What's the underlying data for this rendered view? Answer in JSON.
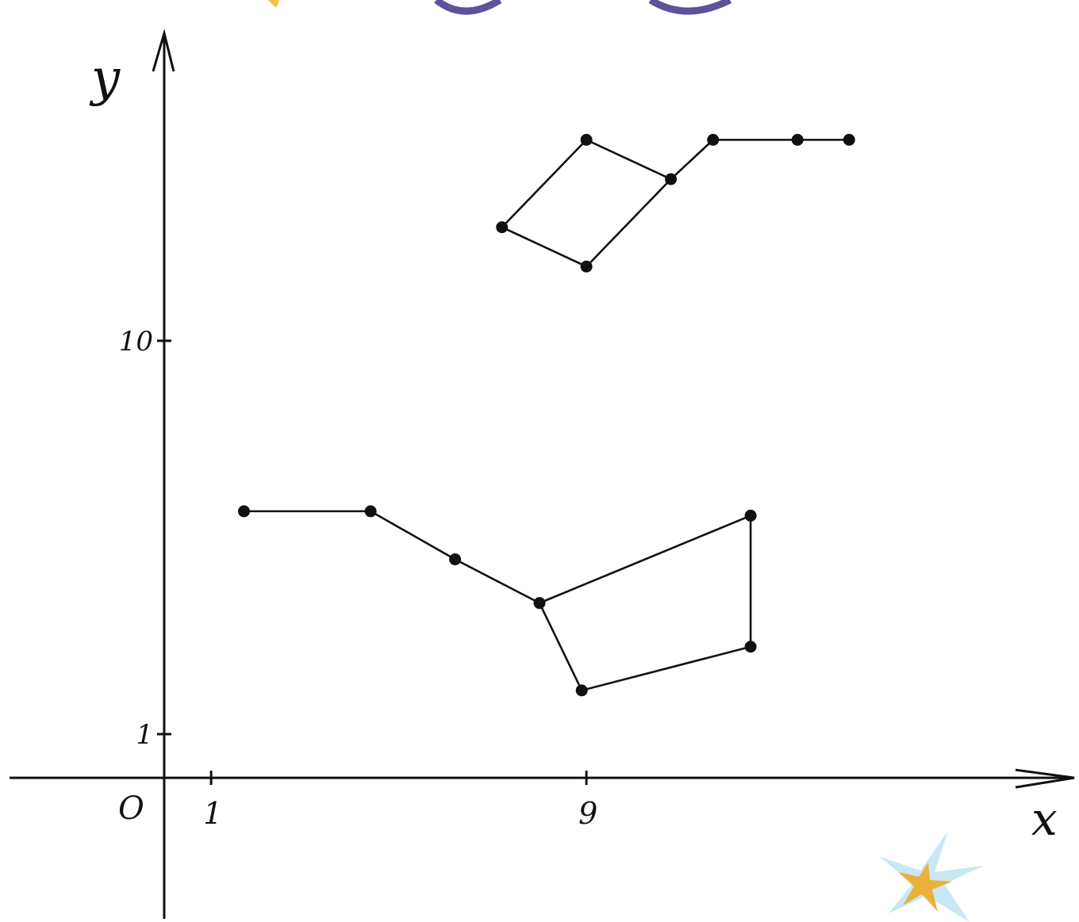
{
  "colors": {
    "ink": "#111111",
    "background": "#ffffff",
    "top_arc": "#5b5499",
    "top_star": "#f2c23a",
    "corner_star_outer": "#bfe3f3",
    "corner_star_inner": "#e8b23a"
  },
  "decorations": {
    "top_icons": [
      "yellow-star-icon",
      "purple-arc-icon",
      "purple-arc-icon"
    ],
    "corner_icon": "sparkle-star-icon"
  },
  "chart_data": {
    "type": "line",
    "title": "",
    "xlabel": "x",
    "ylabel": "y",
    "origin_label": "O",
    "x_ticks": [
      {
        "value": 1,
        "label": "1"
      },
      {
        "value": 9,
        "label": "9"
      }
    ],
    "y_ticks": [
      {
        "value": 1,
        "label": "1"
      },
      {
        "value": 10,
        "label": "10"
      }
    ],
    "xlim": [
      -3.5,
      19.5
    ],
    "ylim": [
      -3.3,
      17.8
    ],
    "grid": false,
    "series": [
      {
        "points": [
          {
            "x": 9,
            "y": 14.6
          },
          {
            "x": 7.2,
            "y": 12.6
          },
          {
            "x": 9,
            "y": 11.7
          },
          {
            "x": 10.8,
            "y": 13.7
          },
          {
            "x": 9,
            "y": 14.6
          },
          {
            "x": 10.8,
            "y": 13.7
          },
          {
            "x": 11.7,
            "y": 14.6
          },
          {
            "x": 13.5,
            "y": 14.6
          },
          {
            "x": 14.6,
            "y": 14.6
          }
        ]
      },
      {
        "points": [
          {
            "x": 1.7,
            "y": 6.1
          },
          {
            "x": 4.4,
            "y": 6.1
          },
          {
            "x": 6.2,
            "y": 5.0
          },
          {
            "x": 8.0,
            "y": 4.0
          },
          {
            "x": 12.5,
            "y": 6.0
          },
          {
            "x": 12.5,
            "y": 3.0
          },
          {
            "x": 8.9,
            "y": 2.0
          },
          {
            "x": 8.0,
            "y": 4.0
          }
        ]
      }
    ]
  }
}
